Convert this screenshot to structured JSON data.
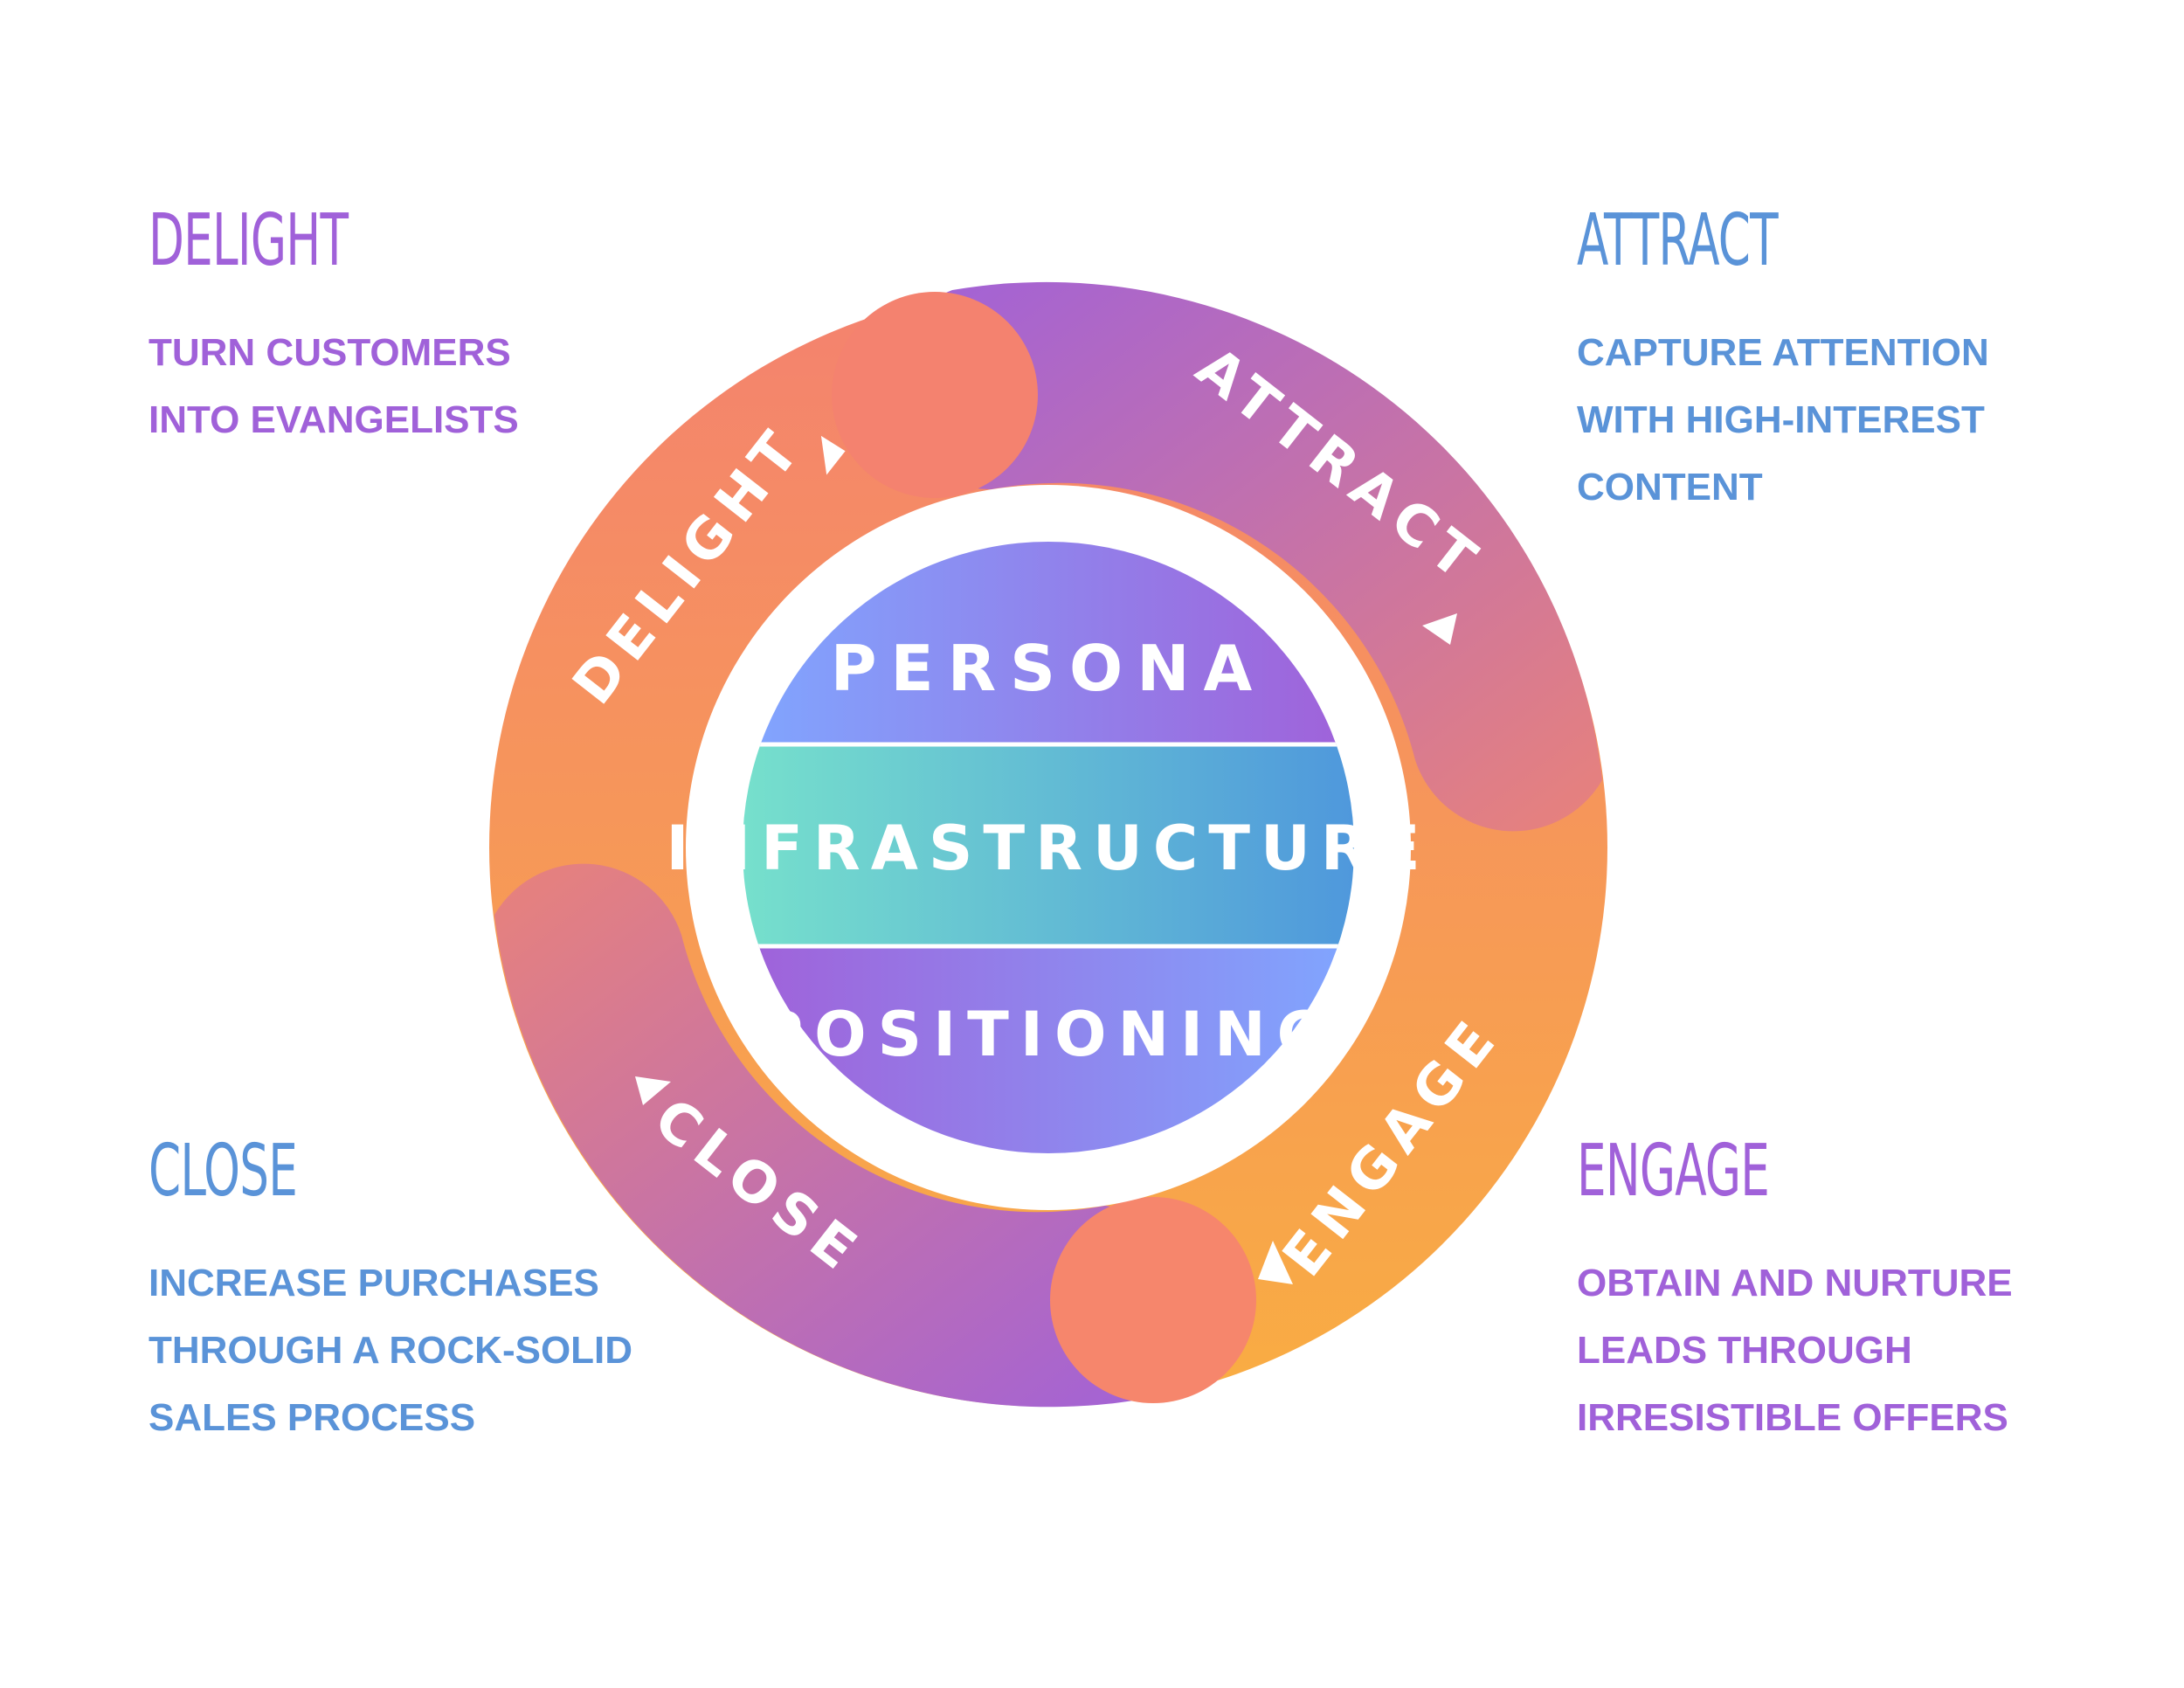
{
  "colors": {
    "purple": "#a061d9",
    "blue": "#5a93d8",
    "orange": "#f9ad42",
    "coral": "#f4826f",
    "teal": "#72e0cc"
  },
  "corners": {
    "delight": {
      "heading": "DELIGHT",
      "lines": [
        "TURN CUSTOMERS",
        "INTO EVANGELISTS"
      ]
    },
    "attract": {
      "heading": "ATTRACT",
      "lines": [
        "CAPTURE ATTENTION",
        "WITH HIGH-INTEREST",
        "CONTENT"
      ]
    },
    "close": {
      "heading": "CLOSE",
      "lines": [
        "INCREASE PURCHASES",
        "THROUGH A ROCK-SOLID",
        "SALES PROCESS"
      ]
    },
    "engage": {
      "heading": "ENGAGE",
      "lines": [
        "OBTAIN AND NURTURE",
        "LEADS THROUGH",
        "IRRESISTIBLE OFFERS"
      ]
    }
  },
  "ring": {
    "delight": "DELIGHT",
    "attract": "ATTRACT",
    "engage": "ENGAGE",
    "close": "CLOSE"
  },
  "core": {
    "top": "PERSONA",
    "middle": "INFRASTRUCTURE",
    "bottom": "POSITIONING"
  }
}
